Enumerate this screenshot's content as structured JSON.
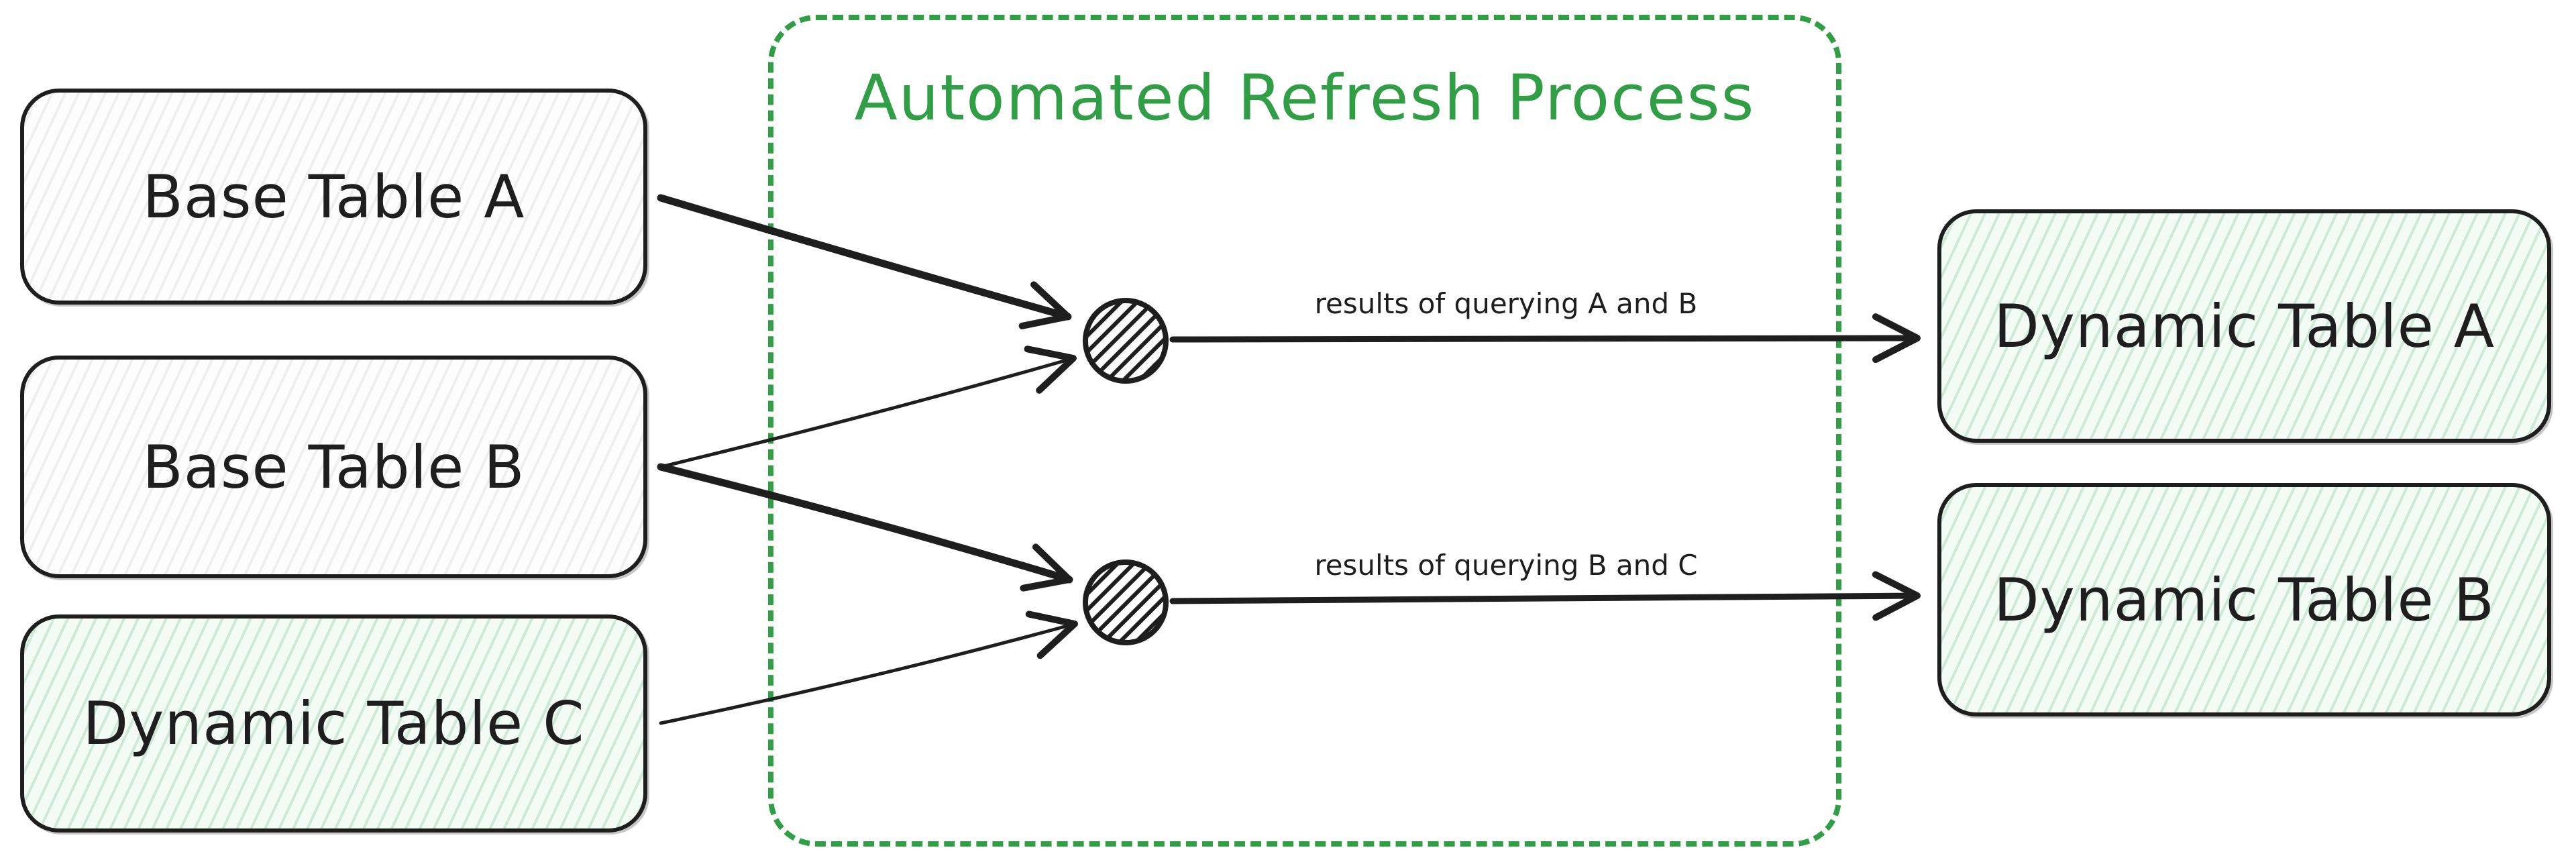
{
  "diagram": {
    "title": "Automated Refresh Process",
    "nodes": {
      "base_table_a": {
        "label": "Base Table A"
      },
      "base_table_b": {
        "label": "Base Table B"
      },
      "dynamic_table_c": {
        "label": "Dynamic Table C"
      },
      "dynamic_table_a": {
        "label": "Dynamic Table A"
      },
      "dynamic_table_b": {
        "label": "Dynamic Table B"
      }
    },
    "edge_labels": {
      "top": "results of querying A and B",
      "bottom": "results of querying B and C"
    },
    "colors": {
      "accent_green": "#2f9e44",
      "ink": "#1e1e1e",
      "base_table_fill": "#fcfdfc",
      "dynamic_table_fill": "#f2fbf4"
    }
  }
}
